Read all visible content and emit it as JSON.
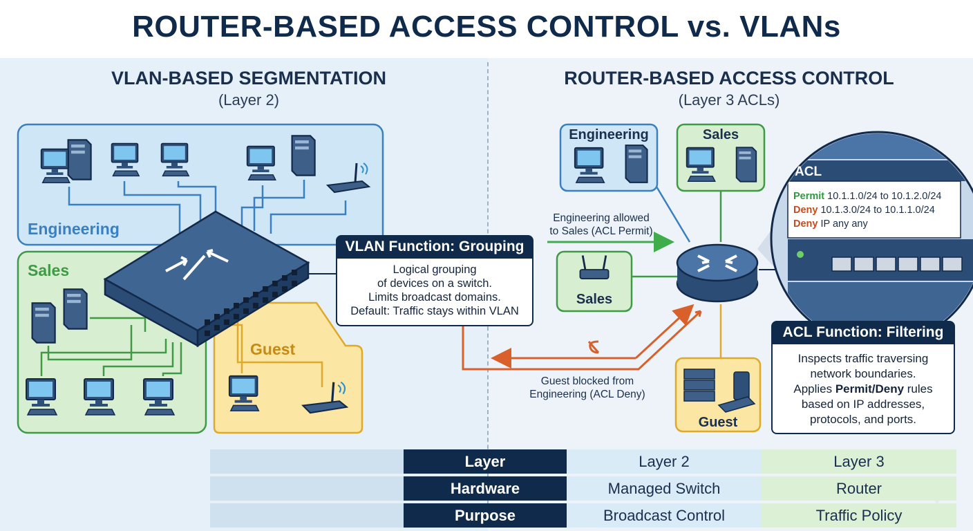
{
  "title": "ROUTER-BASED ACCESS CONTROL vs. VLANs",
  "left": {
    "title": "VLAN-BASED SEGMENTATION",
    "subtitle": "(Layer 2)",
    "zones": {
      "engineering": "Engineering",
      "sales": "Sales",
      "guest": "Guest"
    },
    "callout": {
      "title": "VLAN Function: Grouping",
      "lines": [
        "Logical grouping",
        "of devices on a switch.",
        "Limits broadcast domains.",
        "Default: Traffic stays within VLAN"
      ]
    }
  },
  "right": {
    "title": "ROUTER-BASED ACCESS CONTROL",
    "subtitle": "(Layer 3 ACLs)",
    "nodes": {
      "engineering": "Engineering",
      "sales_top": "Sales",
      "sales_left": "Sales",
      "guest": "Guest"
    },
    "allowed_note": [
      "Engineering allowed",
      "to Sales (ACL Permit)"
    ],
    "blocked_note": [
      "Guest blocked from",
      "Engineering (ACL Deny)"
    ],
    "acl_panel": {
      "heading": "ACL",
      "rules": [
        {
          "action": "Permit",
          "text": " 10.1.1.0/24 to 10.1.2.0/24"
        },
        {
          "action": "Deny",
          "text": " 10.1.3.0/24 to 10.1.1.0/24"
        },
        {
          "action": "Deny",
          "text": " IP any any"
        }
      ]
    },
    "callout": {
      "title": "ACL Function: Filtering",
      "line1": "Inspects traffic traversing",
      "line2": "network boundaries.",
      "line3_pre": "Applies ",
      "line3_bold": "Permit/Deny",
      "line3_post": " rules",
      "line4": "based on IP addresses,",
      "line5": "protocols, and ports."
    }
  },
  "table": {
    "rows": [
      {
        "header": "Layer",
        "l2": "Layer 2",
        "l3": "Layer 3"
      },
      {
        "header": "Hardware",
        "l2": "Managed Switch",
        "l3": "Router"
      },
      {
        "header": "Purpose",
        "l2": "Broadcast Control",
        "l3": "Traffic Policy"
      }
    ]
  },
  "colors": {
    "navy": "#0f2a4a",
    "engineering": "#3a7fc1",
    "sales": "#3f9a45",
    "guest": "#e0a92a",
    "deny_arrow": "#d9602a",
    "permit_arrow": "#3fae4a"
  }
}
